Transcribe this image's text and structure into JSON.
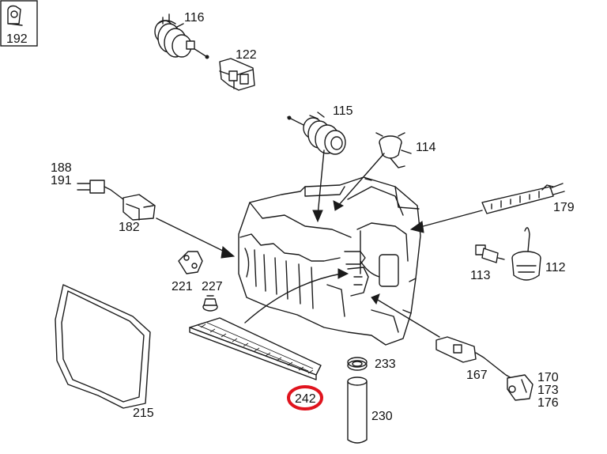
{
  "labels": {
    "p192": "192",
    "p116": "116",
    "p122": "122",
    "p115": "115",
    "p114": "114",
    "p188": "188",
    "p191": "191",
    "p182": "182",
    "p179": "179",
    "p221": "221",
    "p227": "227",
    "p113": "113",
    "p112": "112",
    "p215": "215",
    "p233": "233",
    "p242": "242",
    "p230": "230",
    "p167": "167",
    "p170": "170",
    "p173": "173",
    "p176": "176"
  },
  "highlight": {
    "target": "242",
    "color": "#e0141e"
  },
  "colors": {
    "line": "#1a1a1a",
    "background": "#ffffff"
  }
}
